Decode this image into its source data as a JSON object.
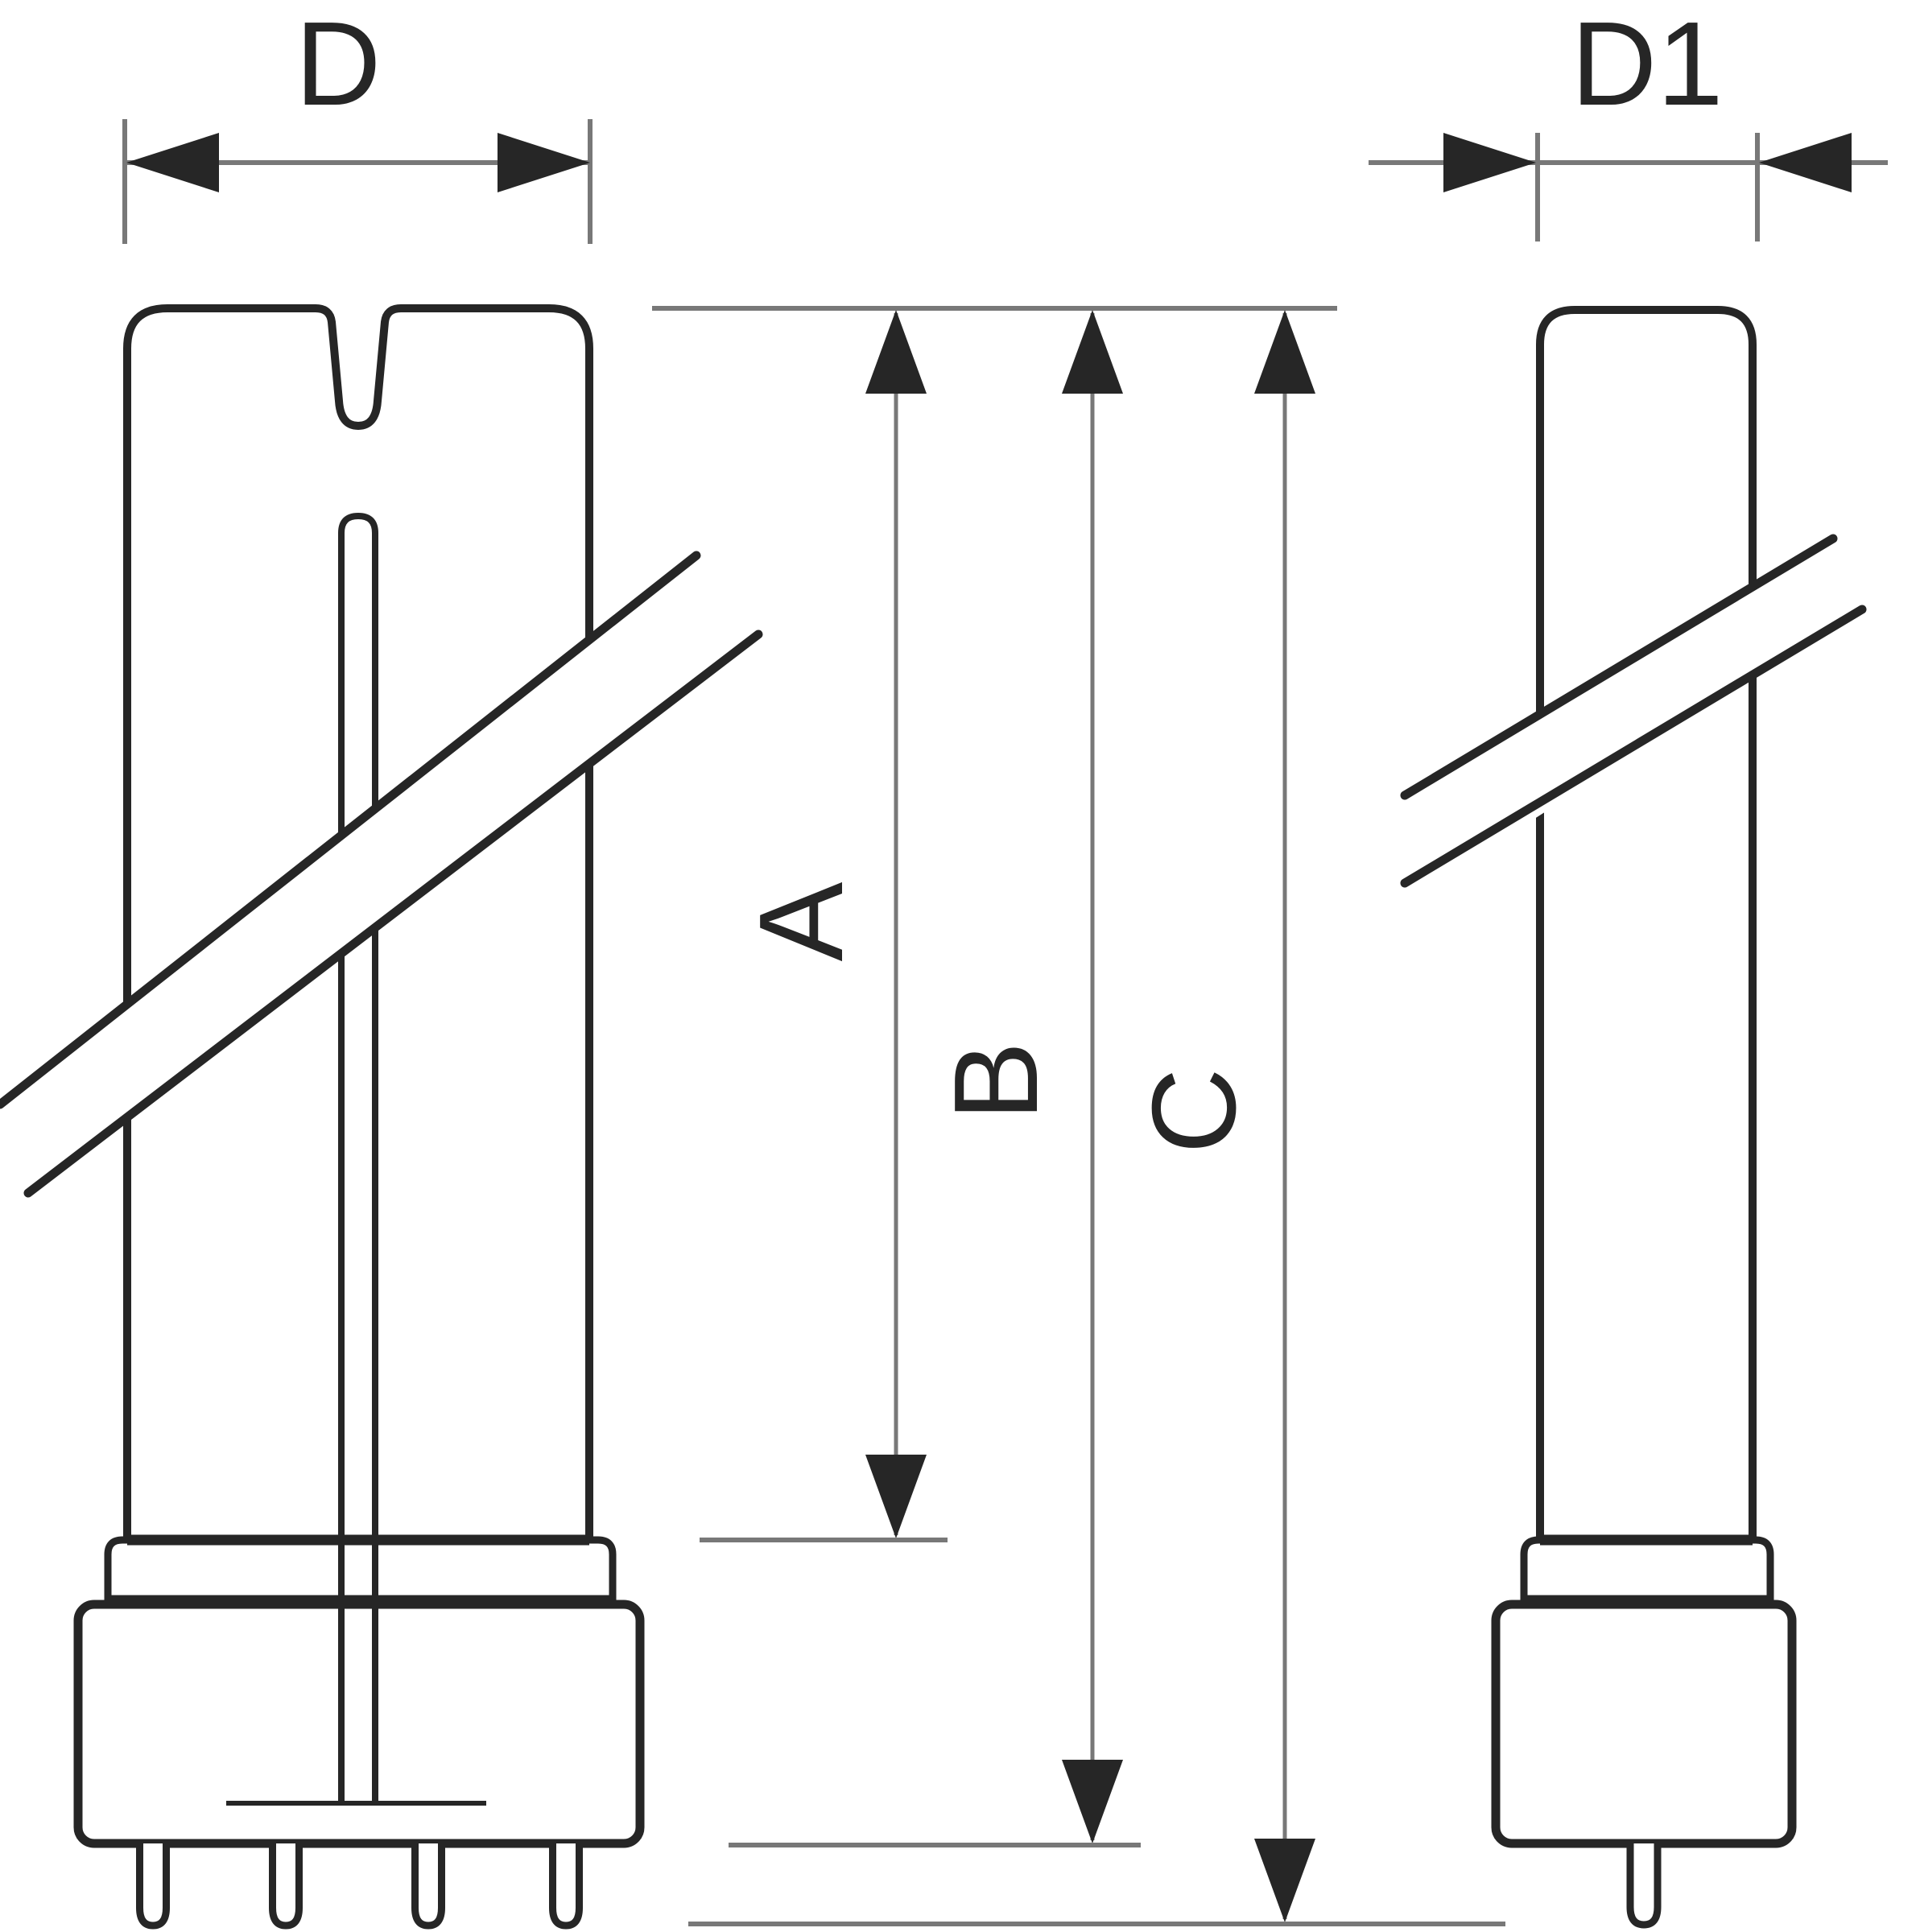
{
  "drawing": {
    "description": "dimensional line drawing of a twin-tube compact fluorescent lamp, front view and side view",
    "labels": {
      "front_width": "D",
      "side_width": "D1",
      "length_a": "A",
      "length_b": "B",
      "length_c": "C"
    },
    "colors": {
      "ink": "#262626",
      "dimension": "#787878",
      "background": "#ffffff"
    }
  }
}
